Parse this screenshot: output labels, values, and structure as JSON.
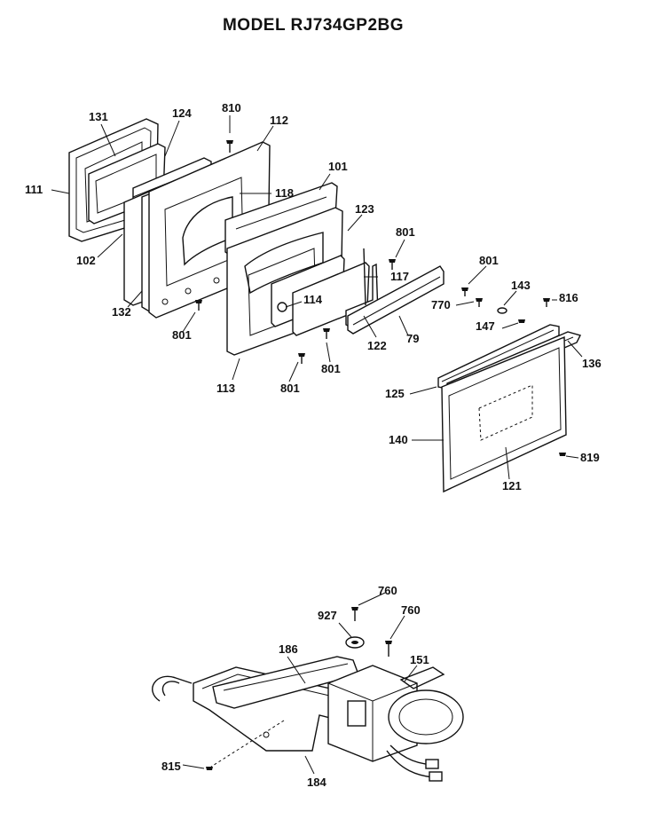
{
  "title": "MODEL RJ734GP2BG",
  "callouts": {
    "c131": "131",
    "c124": "124",
    "c810": "810",
    "c112": "112",
    "c111": "111",
    "c118": "118",
    "c101": "101",
    "c102": "102",
    "c123": "123",
    "c801a": "801",
    "c132": "132",
    "c117": "117",
    "c801b": "801",
    "c143": "143",
    "c816": "816",
    "c114": "114",
    "c770": "770",
    "c801c": "801",
    "c147": "147",
    "c122": "122",
    "c79": "79",
    "c801d": "801",
    "c136": "136",
    "c113": "113",
    "c801e": "801",
    "c125": "125",
    "c140": "140",
    "c819": "819",
    "c121": "121",
    "c760a": "760",
    "c927": "927",
    "c760b": "760",
    "c186": "186",
    "c151": "151",
    "c815": "815",
    "c184": "184"
  }
}
